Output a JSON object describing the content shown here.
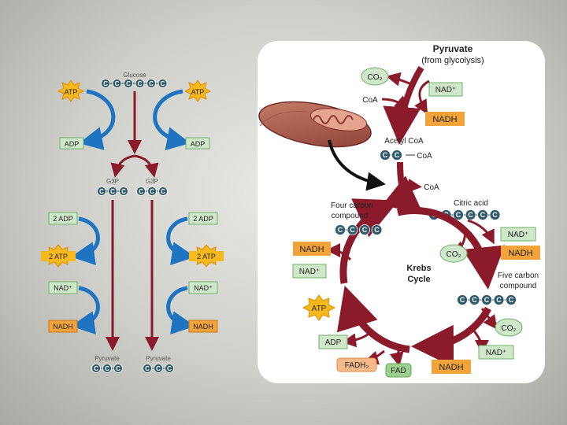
{
  "glycolysis": {
    "glucose_label": "Glucose",
    "glucose_carbons": [
      "C",
      "C",
      "C",
      "C",
      "C",
      "C"
    ],
    "atp_left": "ATP",
    "atp_right": "ATP",
    "adp_left": "ADP",
    "adp_right": "ADP",
    "g3p_left": "G3P",
    "g3p_right": "G3P",
    "g3p_carbons": [
      "C",
      "C",
      "C"
    ],
    "two_adp_left": "2 ADP",
    "two_adp_right": "2 ADP",
    "two_atp_left": "2 ATP",
    "two_atp_right": "2 ATP",
    "nad_left": "NAD⁺",
    "nad_right": "NAD⁺",
    "nadh_left": "NADH",
    "nadh_right": "NADH",
    "pyruvate_left": "Pyruvate",
    "pyruvate_right": "Pyruvate",
    "pyruvate_carbons": [
      "C",
      "C",
      "C"
    ]
  },
  "krebs": {
    "pyruvate_title": "Pyruvate",
    "pyruvate_sub": "(from glycolysis)",
    "co2_top": "CO₂",
    "coa_in": "CoA",
    "nad_top": "NAD⁺",
    "nadh_top": "NADH",
    "acetyl_coa": "Acetyl CoA",
    "acetyl_carbons": [
      "C",
      "C"
    ],
    "acetyl_coa_tag": "CoA",
    "coa_out": "CoA",
    "citric_acid": "Citric acid",
    "citric_carbons": [
      "C",
      "C",
      "C",
      "C",
      "C",
      "C"
    ],
    "four_carbon_line1": "Four carbon",
    "four_carbon_line2": "compound",
    "four_carbons": [
      "C",
      "C",
      "C",
      "C"
    ],
    "cycle_line1": "Krebs",
    "cycle_line2": "Cycle",
    "nad_r1": "NAD⁺",
    "nadh_r1": "NADH",
    "co2_r1": "CO₂",
    "five_carbon_line1": "Five carbon",
    "five_carbon_line2": "compound",
    "five_carbons": [
      "C",
      "C",
      "C",
      "C",
      "C"
    ],
    "co2_r2": "CO₂",
    "nad_r2": "NAD⁺",
    "nadh_r2": "NADH",
    "fad": "FAD",
    "fadh2": "FADH₂",
    "adp": "ADP",
    "atp": "ATP",
    "nadh_l": "NADH",
    "nad_l": "NAD⁺"
  },
  "colors": {
    "carbon": "#2e5a6b",
    "nadh_fill": "#f2a33a",
    "nad_fill": "#cfe8c9",
    "nad_stroke": "#6fb06a",
    "atp_fill": "#f7b91b",
    "arrow_red": "#8b1a2b",
    "arrow_blue": "#1f74c2",
    "fadh2_fill": "#f6b98a",
    "fad_fill": "#9bd08e"
  }
}
